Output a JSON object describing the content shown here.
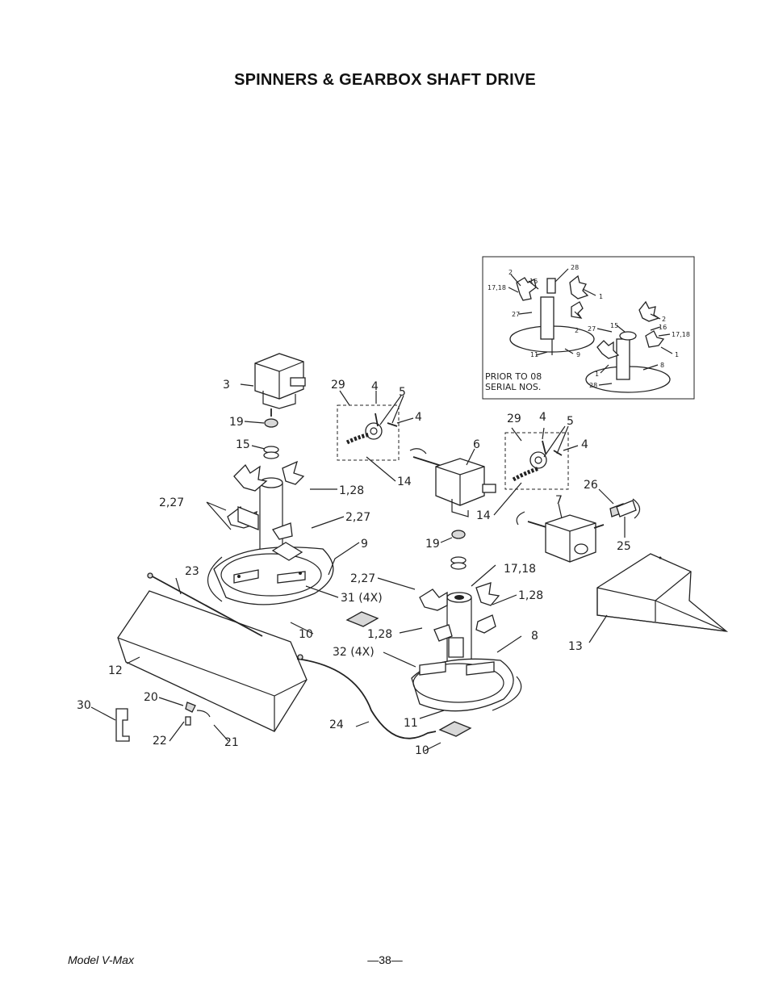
{
  "page": {
    "title": "SPINNERS & GEARBOX SHAFT DRIVE",
    "footer_model": "Model V-Max",
    "footer_page": "—38—"
  },
  "inset": {
    "note_line1": "PRIOR TO 08",
    "note_line2": "SERIAL NOS.",
    "labels": [
      "2",
      "28",
      "16",
      "17,18",
      "1",
      "27",
      "2",
      "2",
      "27",
      "15",
      "16",
      "17,18",
      "1",
      "11",
      "9",
      "1",
      "8",
      "28"
    ]
  },
  "callouts": [
    "3",
    "19",
    "15",
    "2,27",
    "1,28",
    "2,27",
    "9",
    "23",
    "31 (4X)",
    "10",
    "12",
    "30",
    "20",
    "22",
    "21",
    "29",
    "4",
    "5",
    "4",
    "14",
    "6",
    "19",
    "2,27",
    "17,18",
    "1,28",
    "1,28",
    "32 (4X)",
    "8",
    "11",
    "24",
    "10",
    "29",
    "4",
    "5",
    "4",
    "14",
    "7",
    "26",
    "25",
    "13"
  ]
}
